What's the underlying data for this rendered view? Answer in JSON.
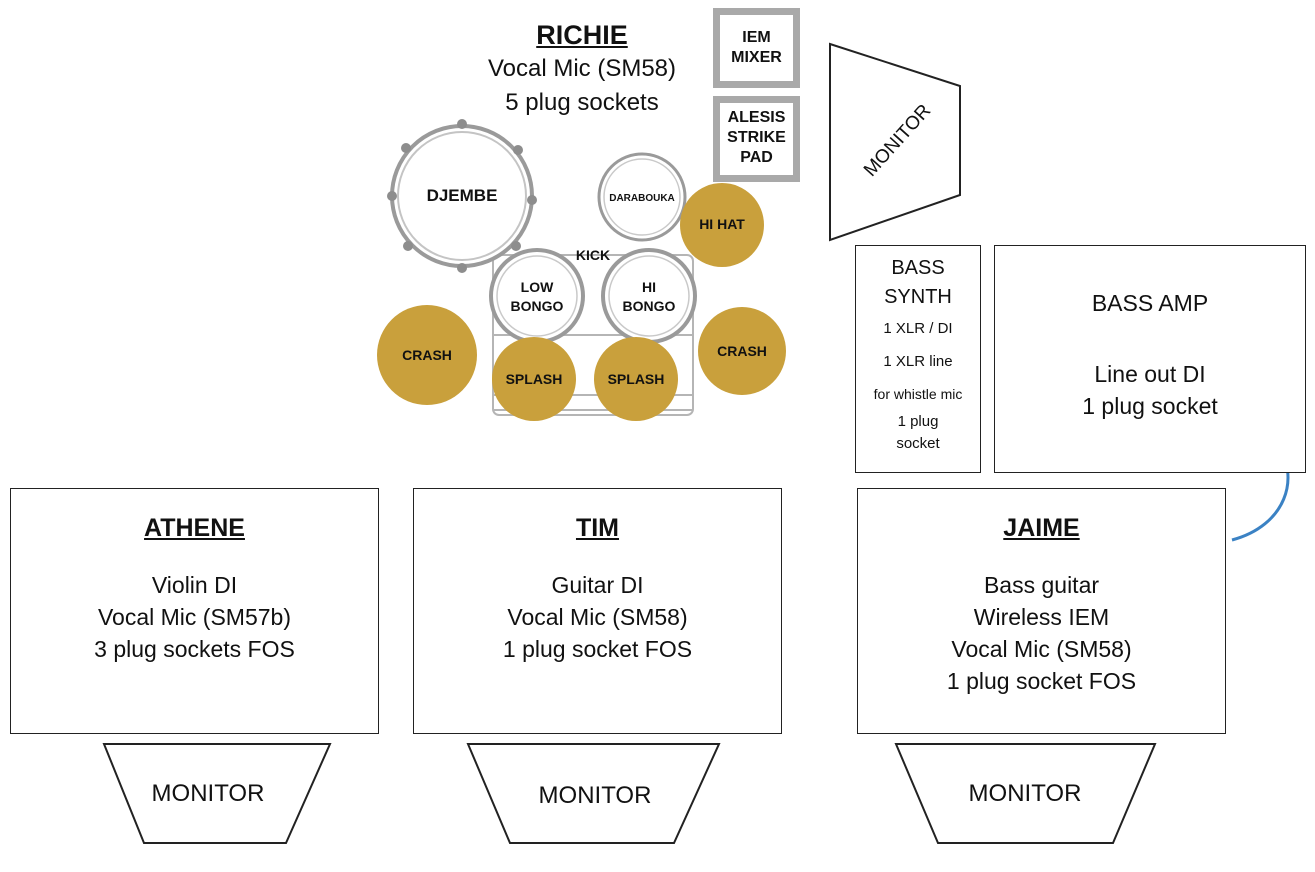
{
  "richie": {
    "name": "RICHIE",
    "lines": [
      "Vocal Mic (SM58)",
      "5 plug sockets"
    ]
  },
  "iem_mixer": [
    "IEM",
    "MIXER"
  ],
  "alesis": [
    "ALESIS",
    "STRIKE",
    "PAD"
  ],
  "drums": {
    "djembe": "DJEMBE",
    "darabouka": "DARABOUKA",
    "kick": "KICK",
    "low_bongo": [
      "LOW",
      "BONGO"
    ],
    "hi_bongo": [
      "HI",
      "BONGO"
    ]
  },
  "cymbals": {
    "hi_hat": "HI HAT",
    "crash_left": "CRASH",
    "crash_right": "CRASH",
    "splash_left": "SPLASH",
    "splash_right": "SPLASH"
  },
  "side_monitor": "MONITOR",
  "bass_synth": {
    "lines": [
      "BASS",
      "SYNTH",
      "1 XLR / DI",
      "1 XLR line",
      "for whistle mic",
      "1 plug",
      "socket"
    ]
  },
  "bass_amp": {
    "title": "BASS AMP",
    "lines": [
      "Line out DI",
      "1 plug socket"
    ]
  },
  "athene": {
    "name": "ATHENE",
    "lines": [
      "Violin DI",
      "Vocal Mic (SM57b)",
      "3 plug sockets FOS"
    ]
  },
  "tim": {
    "name": "TIM",
    "lines": [
      "Guitar DI",
      "Vocal Mic (SM58)",
      "1 plug socket FOS"
    ]
  },
  "jaime": {
    "name": "JAIME",
    "lines": [
      "Bass guitar",
      "Wireless IEM",
      "Vocal Mic (SM58)",
      "1 plug socket FOS"
    ]
  },
  "front_monitors": [
    "MONITOR",
    "MONITOR",
    "MONITOR"
  ],
  "colors": {
    "cymbal": "#c9a03c",
    "cable": "#3b82c4",
    "pad_border": "#a9a9a9"
  }
}
